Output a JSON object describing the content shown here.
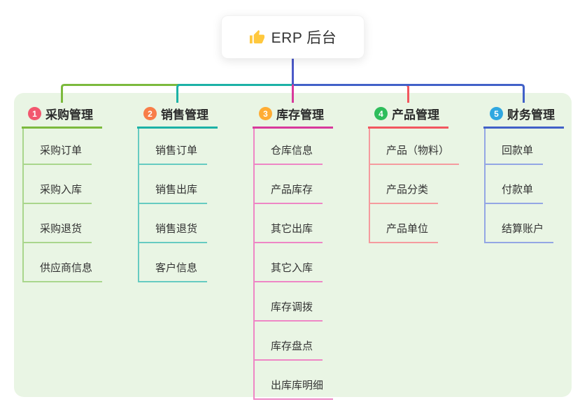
{
  "root": {
    "title": "ERP 后台",
    "icon": "thumbs-up-icon"
  },
  "branches": [
    {
      "badge": "1",
      "label": "采购管理",
      "items": [
        "采购订单",
        "采购入库",
        "采购退货",
        "供应商信息"
      ]
    },
    {
      "badge": "2",
      "label": "销售管理",
      "items": [
        "销售订单",
        "销售出库",
        "销售退货",
        "客户信息"
      ]
    },
    {
      "badge": "3",
      "label": "库存管理",
      "items": [
        "仓库信息",
        "产品库存",
        "其它出库",
        "其它入库",
        "库存调拨",
        "库存盘点",
        "出库库明细"
      ]
    },
    {
      "badge": "4",
      "label": "产品管理",
      "items": [
        "产品（物料）",
        "产品分类",
        "产品单位"
      ]
    },
    {
      "badge": "5",
      "label": "财务管理",
      "items": [
        "回款单",
        "付款单",
        "结算账户"
      ]
    }
  ],
  "colors": {
    "panel_bg": "#E9F5E4",
    "root_line": "#4C59C8",
    "thumb": "#FFC83D",
    "b1": "#7CBA3D",
    "b1_light": "#A9D68C",
    "b1_badge": "#F2576E",
    "b2": "#1CB2A6",
    "b2_light": "#66CBC1",
    "b2_badge": "#F87D48",
    "b3": "#D8399C",
    "b3_light": "#EE86C5",
    "b3_badge": "#FFAC33",
    "b4": "#F2575F",
    "b4_light": "#F59B9E",
    "b4_badge": "#2EBD5B",
    "b5": "#4161C8",
    "b5_light": "#93A6E4",
    "b5_badge": "#2FA7E0"
  }
}
